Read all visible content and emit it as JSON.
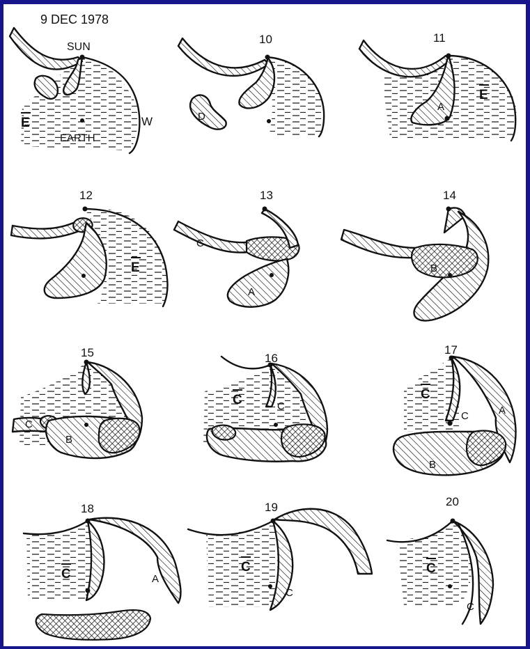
{
  "title": "9 DEC 1978",
  "labels": {
    "sun": "SUN",
    "earth": "EARTH",
    "east": "E",
    "west": "W"
  },
  "panels": [
    {
      "day": "",
      "regions": [
        "E",
        "W"
      ]
    },
    {
      "day": "10",
      "regions": [
        "D"
      ]
    },
    {
      "day": "11",
      "regions": [
        "E",
        "A"
      ]
    },
    {
      "day": "12",
      "regions": [
        "E"
      ]
    },
    {
      "day": "13",
      "regions": [
        "C",
        "A"
      ]
    },
    {
      "day": "14",
      "regions": [
        "B"
      ]
    },
    {
      "day": "15",
      "regions": [
        "C",
        "B"
      ]
    },
    {
      "day": "16",
      "regions": [
        "C",
        "C"
      ]
    },
    {
      "day": "17",
      "regions": [
        "C",
        "C",
        "A",
        "B"
      ]
    },
    {
      "day": "18",
      "regions": [
        "C",
        "A"
      ]
    },
    {
      "day": "19",
      "regions": [
        "C",
        "C"
      ]
    },
    {
      "day": "20",
      "regions": [
        "C",
        "C"
      ]
    }
  ]
}
